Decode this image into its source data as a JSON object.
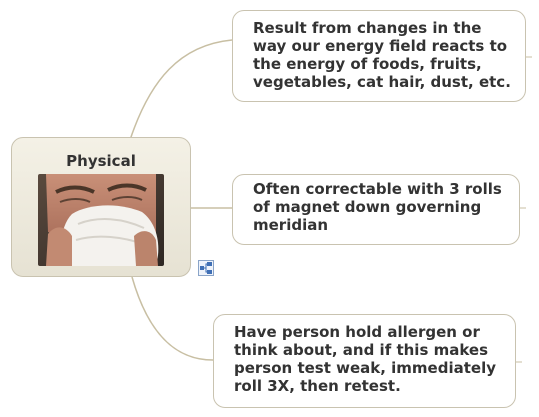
{
  "central": {
    "title": "Physical",
    "image": "person-sneezing-into-tissue"
  },
  "topics": [
    {
      "lines": [
        "Result from changes in the",
        "way our energy field reacts to",
        "the energy of foods, fruits,",
        "vegetables, cat hair, dust, etc."
      ]
    },
    {
      "lines": [
        "Often correctable with 3 rolls",
        "of magnet down governing",
        "meridian"
      ]
    },
    {
      "lines": [
        "Have person hold allergen or",
        "think about, and if this makes",
        "person test weak, immediately",
        "roll 3X, then retest."
      ]
    }
  ],
  "icons": {
    "map_link": "map-link-icon"
  },
  "colors": {
    "connector": "#c8bfa3",
    "node_border": "#c9c3b0",
    "text": "#333333"
  }
}
